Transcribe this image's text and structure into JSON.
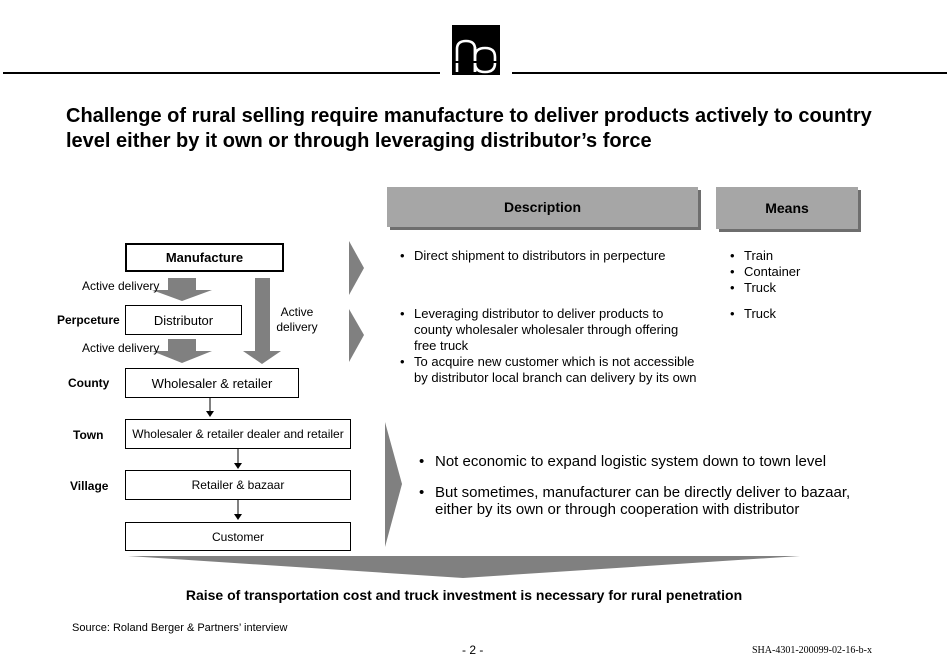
{
  "title": "Challenge of rural selling require manufacture to deliver products actively to country level either by it own or through leveraging distributor’s force",
  "headers": {
    "description": "Description",
    "means": "Means"
  },
  "flow": {
    "manufacture": "Manufacture",
    "distributor": "Distributor",
    "wholesaler": "Wholesaler & retailer",
    "town_box": "Wholesaler & retailer dealer and retailer",
    "village_box": "Retailer & bazaar",
    "customer": "Customer"
  },
  "levels": {
    "perpceture": "Perpceture",
    "county": "County",
    "town": "Town",
    "village": "Village"
  },
  "labels": {
    "active_delivery_1": "Active delivery",
    "active_delivery_2": "Active delivery",
    "active_delivery_side_1": "Active",
    "active_delivery_side_2": "delivery"
  },
  "descriptions": {
    "row1": [
      "Direct shipment to distributors in perpecture"
    ],
    "row2": [
      "Leveraging distributor to deliver products to county wholesaler wholesaler through offering free truck",
      "To acquire new customer which is not accessible by distributor local branch can delivery by its own"
    ],
    "row3": [
      "Not economic to expand logistic system down to town level",
      "But sometimes, manufacturer can be directly deliver to bazaar, either by its own or through cooperation with distributor"
    ]
  },
  "means": {
    "row1": [
      "Train",
      "Container",
      "Truck"
    ],
    "row2": [
      "Truck"
    ]
  },
  "conclusion": "Raise of transportation cost and truck investment is necessary for rural penetration",
  "source": "Source: Roland Berger & Partners’ interview",
  "page_number": "- 2 -",
  "doc_id": "SHA-4301-200099-02-16-b-x",
  "colors": {
    "header_fill": "#a6a6a6",
    "arrow_fill": "#808080"
  }
}
